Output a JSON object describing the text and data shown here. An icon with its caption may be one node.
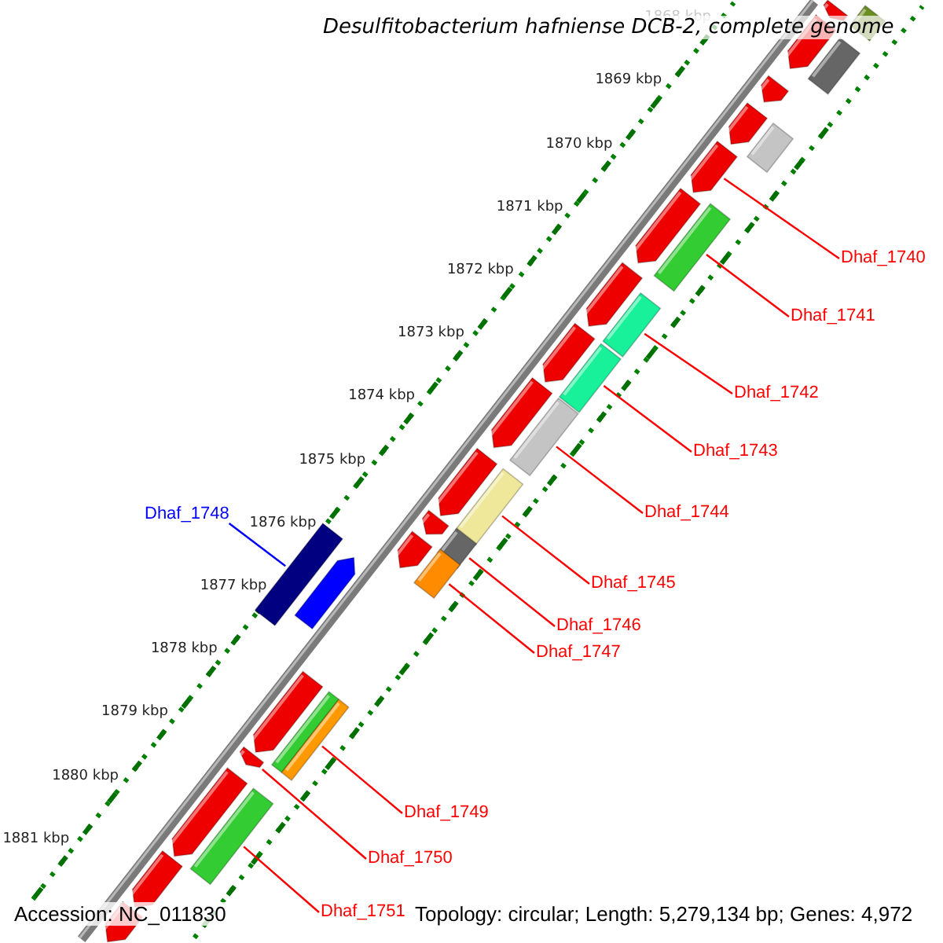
{
  "diagram": {
    "title": "Desulfitobacterium hafniense DCB-2, complete genome",
    "nodes": [
      {
        "text": [
          "Dhaf_1740"
        ]
      },
      {
        "text": [],
        "shape": "arrow"
      },
      {
        "text": [
          "Dhaf_1741"
        ]
      },
      {
        "text": [],
        "shape": "bar"
      },
      {
        "text": [
          "Dhaf_1742"
        ]
      },
      {
        "text": [],
        "shape": "bar"
      },
      {
        "text": [
          "Dhaf_1743"
        ]
      },
      {
        "text": [],
        "shape": "bar"
      },
      {
        "text": [
          "Dhaf_1744"
        ]
      },
      {
        "text": [],
        "shape": "bar"
      },
      {
        "text": [
          "Dhaf_1745"
        ]
      },
      {
        "text": [],
        "shape": "bar"
      },
      {
        "text": [
          "Dhaf_1746"
        ]
      },
      {
        "text": [],
        "shape": "bar"
      },
      {
        "text": [
          "Dhaf_1747"
        ]
      },
      {
        "text": [],
        "shape": "bar"
      },
      {
        "text": [
          "Dhaf_1748"
        ]
      },
      {
        "text": [],
        "shape": "bar"
      },
      {
        "text": [
          "Dhaf_1749"
        ]
      },
      {
        "text": [],
        "shape": "bar"
      },
      {
        "text": [
          "Dhaf_1750"
        ]
      },
      {
        "text": [],
        "shape": "arrow"
      },
      {
        "text": [
          "Dhaf_1751"
        ]
      },
      {
        "text": [],
        "shape": "bar"
      },
      {
        "text": [],
        "shape": "arrow"
      },
      {
        "text": [],
        "shape": "bar"
      },
      {
        "text": [],
        "shape": "arrow"
      },
      {
        "text": [],
        "shape": "bar"
      },
      {
        "text": [],
        "shape": "arrow"
      },
      {
        "text": [],
        "shape": "arrow"
      },
      {
        "text": [],
        "shape": "bar"
      },
      {
        "text": [],
        "shape": "arrow"
      },
      {
        "text": [],
        "shape": "arrow"
      },
      {
        "text": [],
        "shape": "arrow"
      },
      {
        "text": [],
        "shape": "arrow"
      },
      {
        "text": [],
        "shape": "arrow"
      },
      {
        "text": [],
        "shape": "arrow"
      },
      {
        "text": [],
        "shape": "arrow"
      },
      {
        "text": [],
        "shape": "arrow"
      },
      {
        "text": [],
        "shape": "arrow"
      },
      {
        "text": [],
        "shape": "arrow"
      },
      {
        "text": [],
        "shape": "arrow"
      },
      {
        "text": [],
        "shape": "arrow"
      }
    ],
    "edges": [
      {
        "from": 0,
        "to": 1,
        "arrow": "none"
      },
      {
        "from": 2,
        "to": 3,
        "arrow": "none"
      },
      {
        "from": 4,
        "to": 5,
        "arrow": "none"
      },
      {
        "from": 6,
        "to": 7,
        "arrow": "none"
      },
      {
        "from": 8,
        "to": 9,
        "arrow": "none"
      },
      {
        "from": 10,
        "to": 11,
        "arrow": "none"
      },
      {
        "from": 12,
        "to": 13,
        "arrow": "none"
      },
      {
        "from": 14,
        "to": 15,
        "arrow": "none"
      },
      {
        "from": 16,
        "to": 17,
        "arrow": "none",
        "color": "#0000ff"
      },
      {
        "from": 18,
        "to": 19,
        "arrow": "none"
      },
      {
        "from": 20,
        "to": 21,
        "arrow": "none"
      },
      {
        "from": 22,
        "to": 23,
        "arrow": "none"
      }
    ],
    "labels": [
      "1868 kbp",
      "1869 kbp",
      "1870 kbp",
      "1871 kbp",
      "1872 kbp",
      "1873 kbp",
      "1874 kbp",
      "1875 kbp",
      "1876 kbp",
      "1877 kbp",
      "1878 kbp",
      "1879 kbp",
      "1880 kbp",
      "1881 kbp",
      "Accession: NC_011830",
      "Topology: circular; Length: 5,279,134 bp; Genes: 4,972"
    ]
  }
}
